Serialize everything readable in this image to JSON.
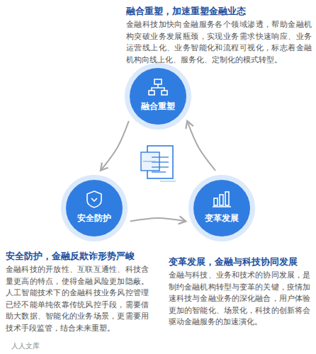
{
  "diagram": {
    "nodes": [
      {
        "text": [
          "融合重塑"
        ]
      },
      {
        "text": [
          "安全防护"
        ]
      },
      {
        "text": [
          "变革发展"
        ]
      }
    ],
    "edges": [
      {
        "from": 0,
        "to": 1,
        "arrow": "to"
      },
      {
        "from": 1,
        "to": 2,
        "arrow": "to"
      },
      {
        "from": 2,
        "to": 0,
        "arrow": "to"
      }
    ],
    "labels": [
      "融合重塑，加速重塑金融业态",
      "金融科技加快向金融服务各个领域渗透，帮助金融机构突破业务发展瓶颈，实现业务需求快速响应、业务运营线上化、业务智能化和流程可视化，标志着金融机构向线上化、服务化、定制化的模式转型。",
      "安全防护，金融反欺诈形势严峻",
      "金融科技的开放性、互联互通性、科技含量更高的特点，使得金融风险更加隐蔽。人工智能技术下的金融科技业务风控管理已经不能单纯依靠传统风控手段，需要借助大数据、智能化的业务场景，更需要用技术手段监管，结合未来重塑。",
      "变革发展，金融与科技协同发展",
      "金融与科技、业务和技术的协同发展，是制约金融机构转型与变革的关键，疫情加速科技与金融业务的深化融合，用户体验更加的智能化、场景化，科技的创新将会驱动金融服务的加速演化。",
      "人人文库"
    ]
  }
}
